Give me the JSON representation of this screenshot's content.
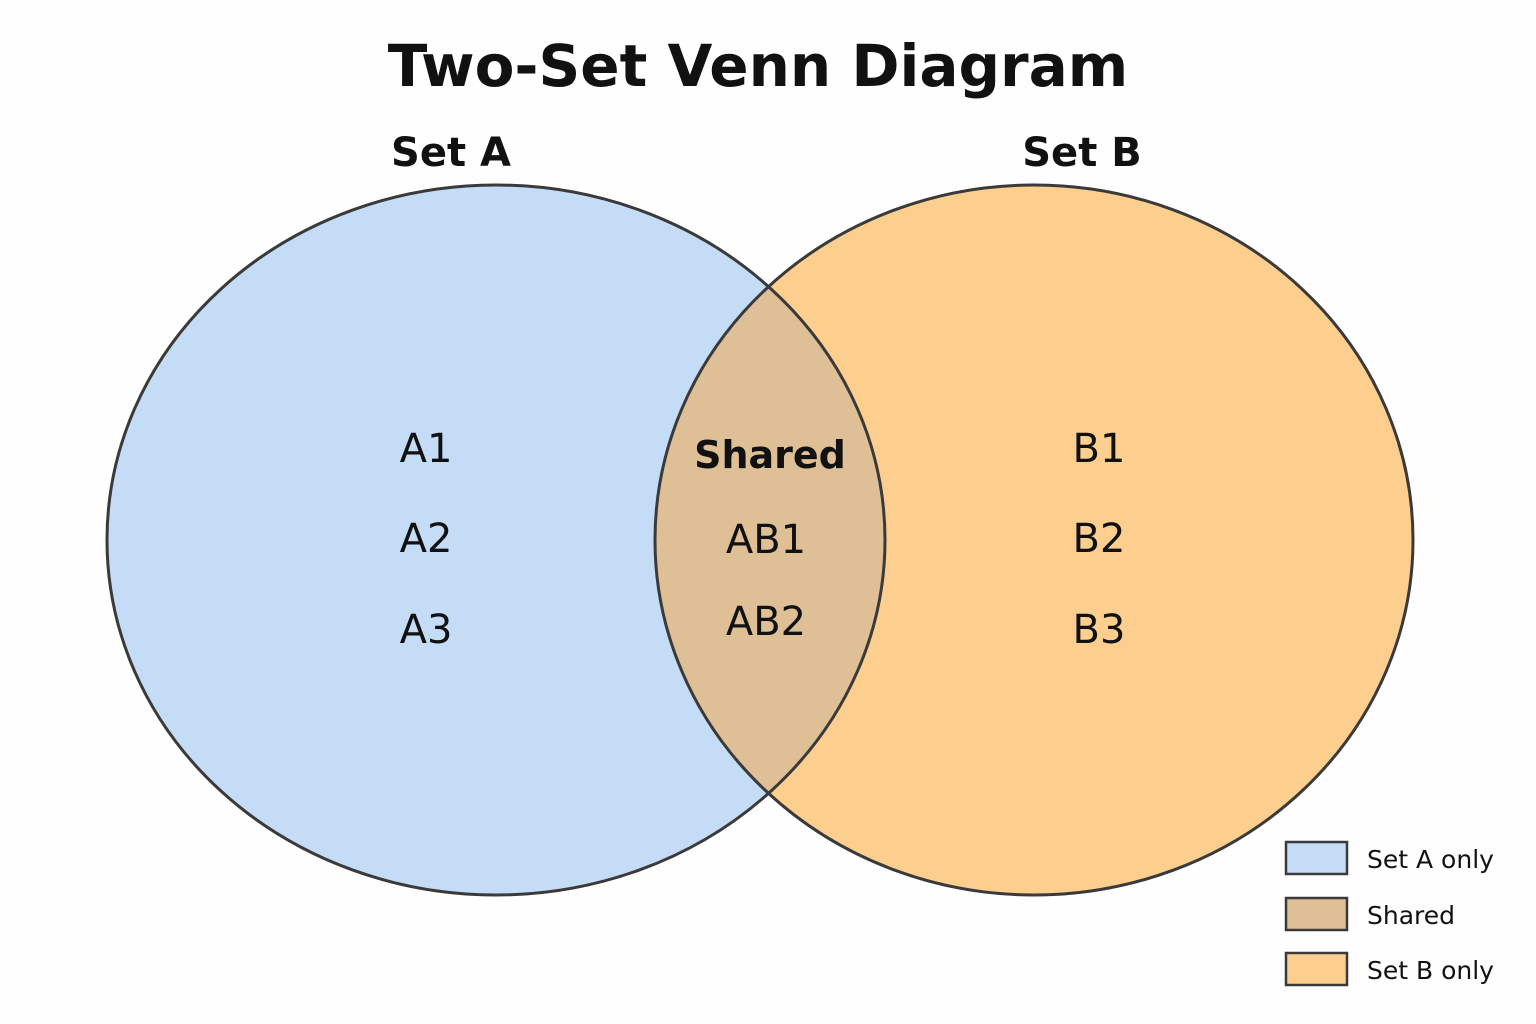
{
  "title": "Two-Set Venn Diagram",
  "colors": {
    "set_a": "#c5dcf7",
    "set_b": "#fccf8f",
    "shared": "#dfc096",
    "outline": "#3a3a3a",
    "text": "#111111"
  },
  "sets": {
    "a": {
      "label": "Set A",
      "items": [
        "A1",
        "A2",
        "A3"
      ]
    },
    "b": {
      "label": "Set B",
      "items": [
        "B1",
        "B2",
        "B3"
      ]
    }
  },
  "intersection": {
    "label": "Shared",
    "items": [
      "AB1",
      "AB2"
    ]
  },
  "legend": [
    {
      "label": "Set A only",
      "color": "#c5dcf7"
    },
    {
      "label": "Shared",
      "color": "#dfc096"
    },
    {
      "label": "Set B only",
      "color": "#fccf8f"
    }
  ]
}
